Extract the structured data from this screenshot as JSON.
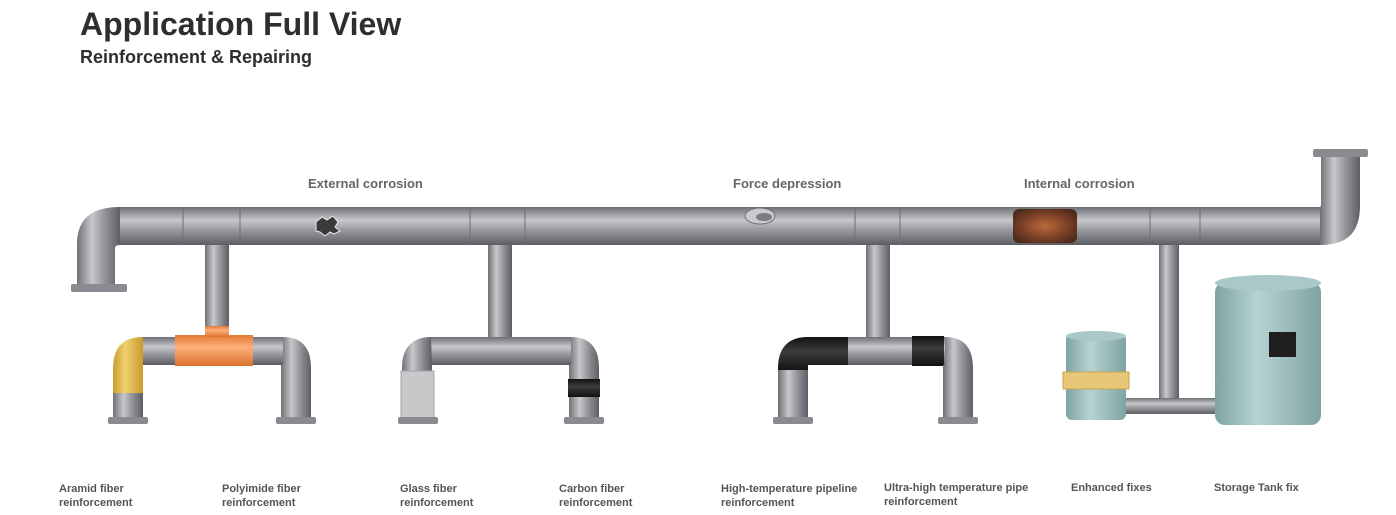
{
  "header": {
    "title": "Application Full View",
    "subtitle": "Reinforcement & Repairing"
  },
  "zones": {
    "external": "External corrosion",
    "force": "Force depression",
    "internal": "Internal corrosion"
  },
  "captions": {
    "aramid": "Aramid fiber\nreinforcement",
    "polyimide": "Polyimide fiber\nreinforcement",
    "glass": "Glass fiber\nreinforcement",
    "carbon": "Carbon fiber\nreinforcement",
    "high_temp": "High-temperature pipeline\nreinforcement",
    "ultra_high_temp": "Ultra-high temperature pipe\n reinforcement",
    "enhanced": "Enhanced fixes",
    "storage_tank": "Storage Tank fix"
  },
  "colors": {
    "pipe": "#8e8f94",
    "aramid": "#e8c24f",
    "polyimide": "#f39a58",
    "glass": "#c3c4c6",
    "carbon": "#2b2b2b",
    "tank": "#9cc0bf",
    "band": "#e8c878",
    "rust": "#8a4a2e"
  }
}
